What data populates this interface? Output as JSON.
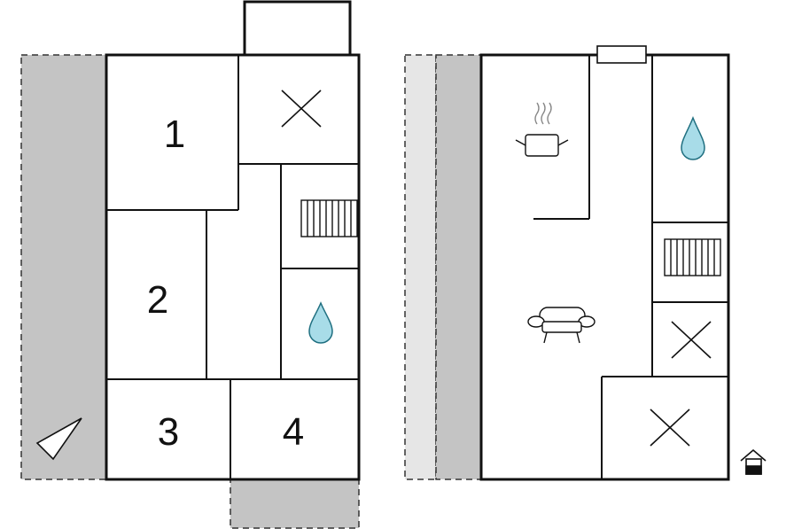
{
  "rooms": {
    "r1": "1",
    "r2": "2",
    "r3": "3",
    "r4": "4"
  },
  "icons": {
    "compass": "compass-icon",
    "stairs": "stairs-icon",
    "water": "water-drop-icon",
    "not_in_use": "cross-icon",
    "kitchen": "cooking-pot-icon",
    "living": "sofa-icon",
    "entrance": "house-entrance-icon"
  },
  "colors": {
    "wall": "#111111",
    "terrace": "#c4c4c4",
    "balcony": "#e6e6e6",
    "water_fill": "#a8dce8",
    "water_stroke": "#1f6f80",
    "background": "#ffffff"
  }
}
